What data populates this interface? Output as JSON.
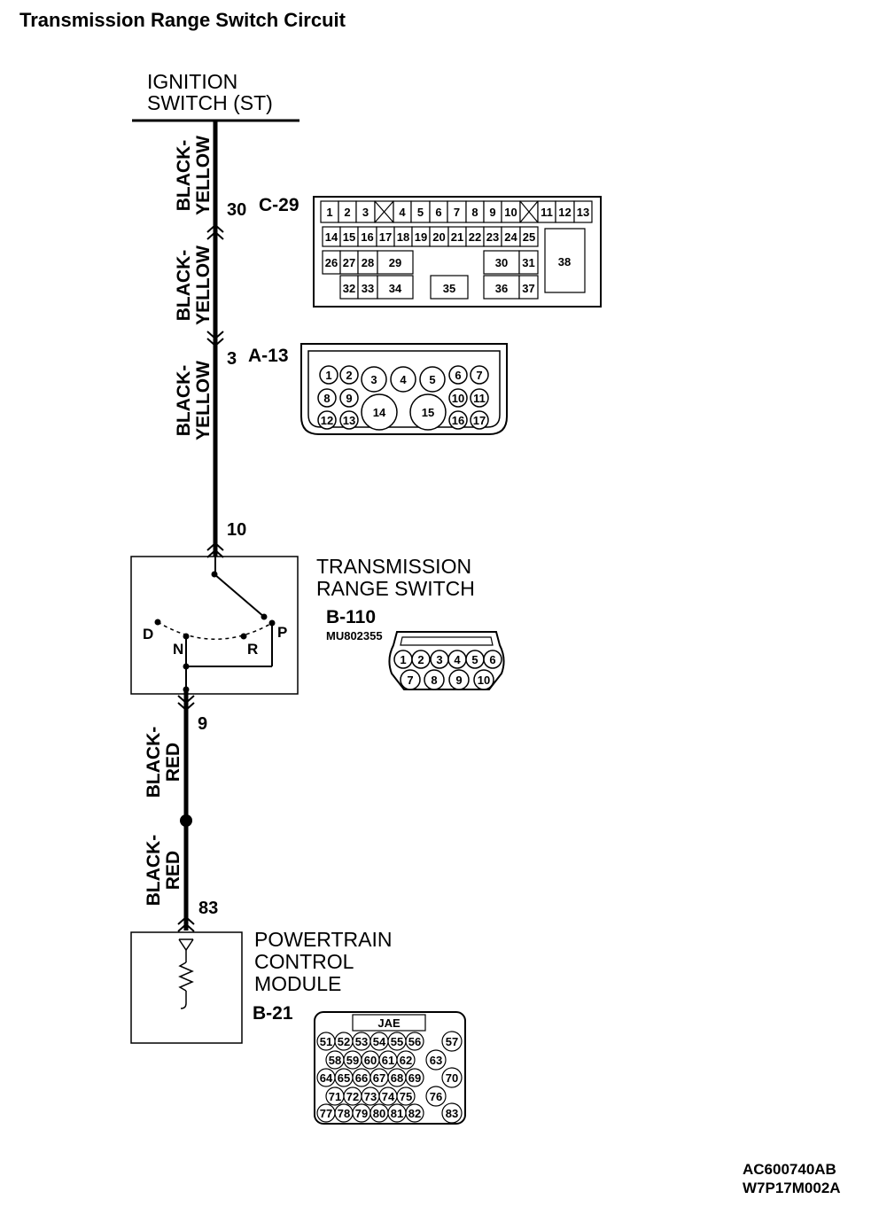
{
  "title": "Transmission Range Switch Circuit",
  "ignition_label": [
    "IGNITION",
    "SWITCH (ST)"
  ],
  "wire_colors": {
    "upper": [
      "BLACK-",
      "YELLOW"
    ],
    "lower": [
      "BLACK-",
      "RED"
    ]
  },
  "pins": {
    "c29_pin": "30",
    "a13_pin": "3",
    "switch_in": "10",
    "switch_out": "9",
    "pcm_pin": "83"
  },
  "connectors": {
    "c29": {
      "name": "C-29",
      "row1": [
        "1",
        "2",
        "3",
        "",
        "4",
        "5",
        "6",
        "7",
        "8",
        "9",
        "10",
        "",
        "11",
        "12",
        "13"
      ],
      "row2": [
        "14",
        "15",
        "16",
        "17",
        "18",
        "19",
        "20",
        "21",
        "22",
        "23",
        "24",
        "25"
      ],
      "row3": [
        "26",
        "27",
        "28",
        "29",
        "30",
        "31",
        "38"
      ],
      "row4": [
        "32",
        "33",
        "34",
        "35",
        "36",
        "37"
      ]
    },
    "a13": {
      "name": "A-13",
      "pins": [
        "1",
        "2",
        "3",
        "4",
        "5",
        "6",
        "7",
        "8",
        "9",
        "10",
        "11",
        "12",
        "13",
        "14",
        "15",
        "16",
        "17"
      ]
    },
    "b110": {
      "name": "B-110",
      "part": "MU802355",
      "pins": [
        "1",
        "2",
        "3",
        "4",
        "5",
        "6",
        "7",
        "8",
        "9",
        "10"
      ]
    },
    "b21": {
      "name": "B-21",
      "label": "JAE",
      "pins": [
        "51",
        "52",
        "53",
        "54",
        "55",
        "56",
        "57",
        "58",
        "59",
        "60",
        "61",
        "62",
        "63",
        "64",
        "65",
        "66",
        "67",
        "68",
        "69",
        "70",
        "71",
        "72",
        "73",
        "74",
        "75",
        "76",
        "77",
        "78",
        "79",
        "80",
        "81",
        "82",
        "83"
      ]
    }
  },
  "switch": {
    "label": [
      "TRANSMISSION",
      "RANGE SWITCH"
    ],
    "positions": [
      "D",
      "N",
      "R",
      "P"
    ]
  },
  "pcm": {
    "label": [
      "POWERTRAIN",
      "CONTROL",
      "MODULE"
    ]
  },
  "codes": [
    "AC600740AB",
    "W7P17M002A"
  ]
}
